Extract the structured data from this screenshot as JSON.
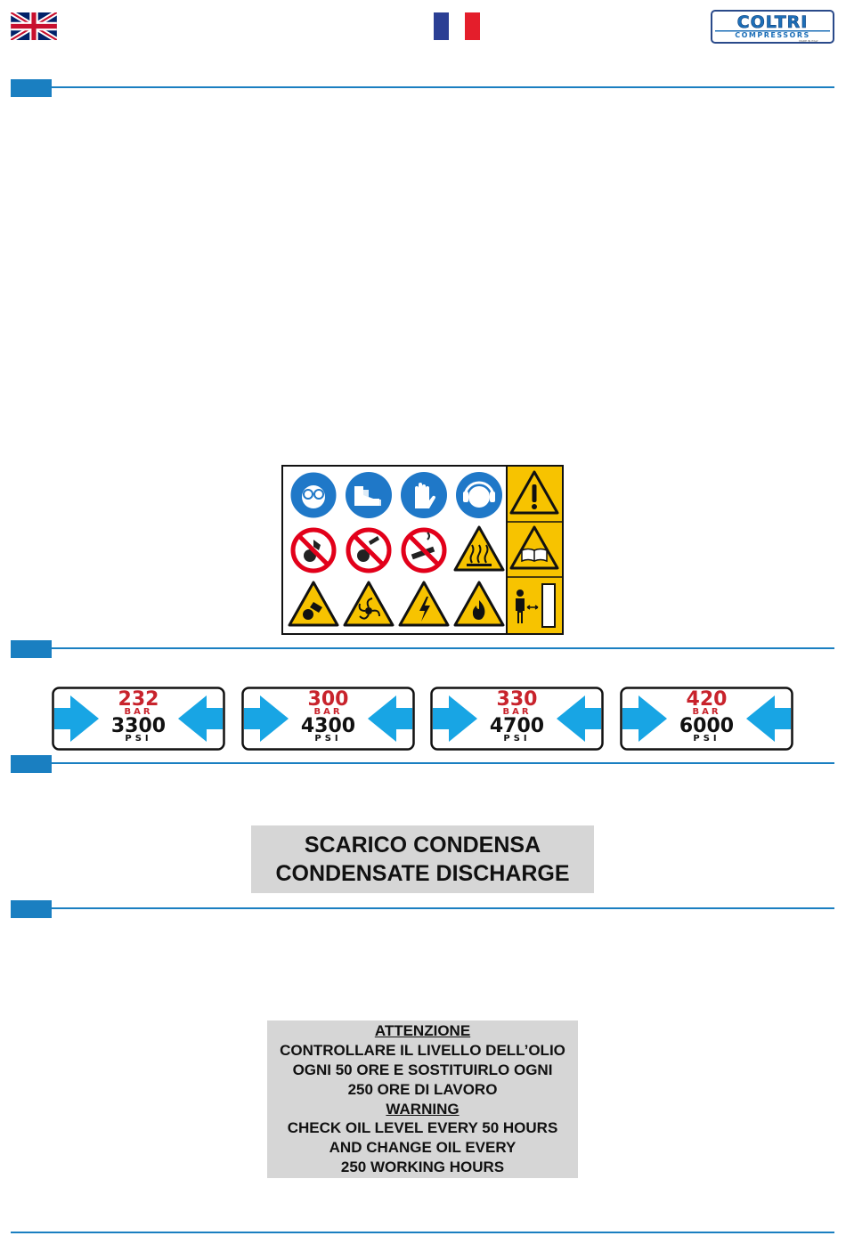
{
  "header": {
    "logo": {
      "brand": "COLTRI",
      "sub": "COMPRESSORS",
      "tagline": "MADE IN ITALY"
    },
    "flags": [
      "uk-flag",
      "fr-flag"
    ]
  },
  "colors": {
    "accent": "#1a7fc1",
    "arrow": "#18a5e4",
    "sign_blue": "#1f78c8",
    "sign_yellow": "#f7c300",
    "sign_red": "#e2001a",
    "label_grey": "#d6d6d6",
    "pressure_red": "#c8232c"
  },
  "safety_panel": {
    "icons": [
      "eye-protection-icon",
      "safety-boots-icon",
      "gloves-icon",
      "ear-protection-icon",
      "no-hand-rotating-parts-icon",
      "no-maintenance-while-running-icon",
      "no-smoking-icon",
      "hot-surface-icon",
      "hand-crush-hazard-icon",
      "fan-hazard-icon",
      "electric-hazard-icon",
      "flammable-hazard-icon",
      "general-warning-icon",
      "read-manual-icon",
      "keep-distance-icon"
    ]
  },
  "pressure_labels": [
    {
      "bar": "232",
      "psi": "3300",
      "bar_unit": "BAR",
      "psi_unit": "PSI"
    },
    {
      "bar": "300",
      "psi": "4300",
      "bar_unit": "BAR",
      "psi_unit": "PSI"
    },
    {
      "bar": "330",
      "psi": "4700",
      "bar_unit": "BAR",
      "psi_unit": "PSI"
    },
    {
      "bar": "420",
      "psi": "6000",
      "bar_unit": "BAR",
      "psi_unit": "PSI"
    }
  ],
  "condensate_label": {
    "line1": "SCARICO CONDENSA",
    "line2": "CONDENSATE DISCHARGE"
  },
  "oil_warning": {
    "it_title": "ATTENZIONE",
    "it_lines": [
      "CONTROLLARE IL LIVELLO DELL’OLIO",
      "OGNI 50 ORE E SOSTITUIRLO OGNI",
      "250 ORE DI LAVORO"
    ],
    "en_title": "WARNING",
    "en_lines": [
      "CHECK OIL LEVEL EVERY 50 HOURS",
      "AND CHANGE OIL EVERY",
      "250 WORKING HOURS"
    ]
  }
}
